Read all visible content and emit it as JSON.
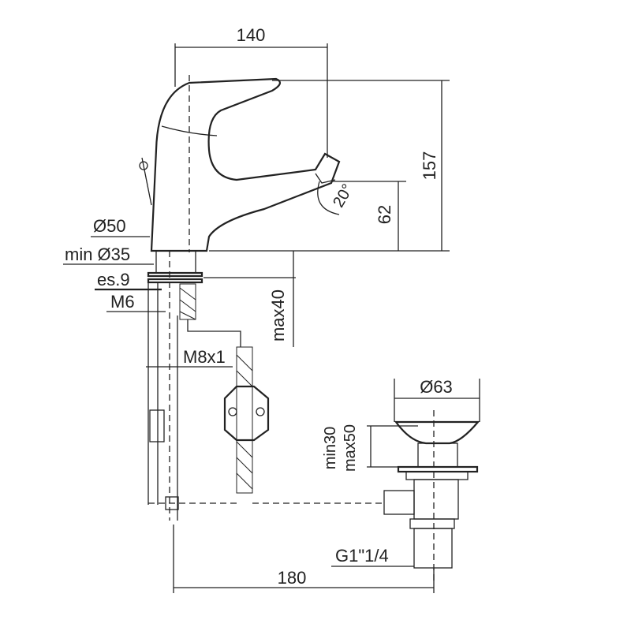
{
  "dimensions": {
    "width_top": "140",
    "height_total": "157",
    "spout_height": "62",
    "spout_angle": "20°",
    "body_diameter": "Ø50",
    "hole_diameter": "min Ø35",
    "thickness": "es.9",
    "rod_thread": "M6",
    "deck_max": "max40",
    "hose_thread": "M8x1",
    "waste_diameter": "Ø63",
    "waste_min": "min30",
    "waste_max": "max50",
    "waste_thread": "G1\"1/4",
    "width_bottom": "180"
  }
}
